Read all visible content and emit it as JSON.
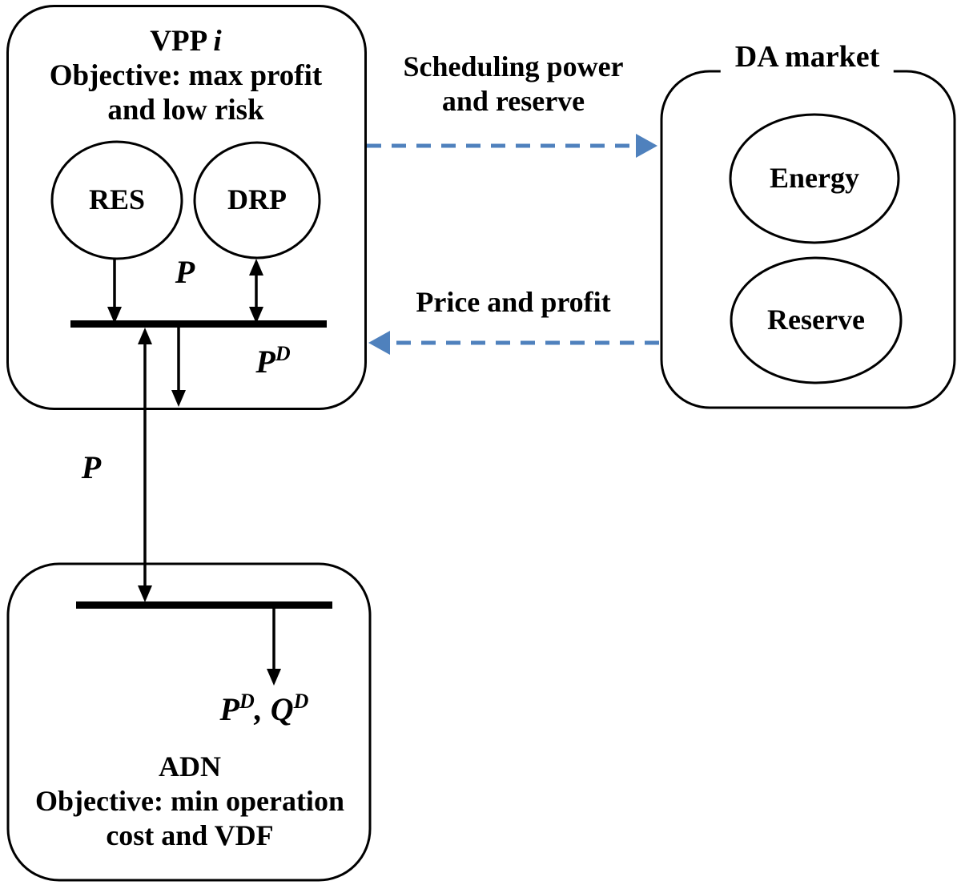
{
  "colors": {
    "ink": "#000000",
    "dashed_arrow": "#4f81bd"
  },
  "vpp_box": {
    "title": "VPP",
    "title_index": "i",
    "objective_line1": "Objective: max profit",
    "objective_line2": "and low risk",
    "res_label": "RES",
    "drp_label": "DRP",
    "p_gen_label": "P",
    "pd_label": {
      "base": "P",
      "sup": "D"
    }
  },
  "da_box": {
    "title": "DA market",
    "energy_label": "Energy",
    "reserve_label": "Reserve"
  },
  "adn_box": {
    "title": "ADN",
    "objective_line1": "Objective: min operation",
    "objective_line2": "cost and VDF",
    "pdqd_label": {
      "p_base": "P",
      "p_sup": "D",
      "separator": ", ",
      "q_base": "Q",
      "q_sup": "D"
    }
  },
  "flows": {
    "scheduling_line1": "Scheduling power",
    "scheduling_line2": "and reserve",
    "price_label": "Price and profit",
    "p_exchange_label": "P"
  }
}
